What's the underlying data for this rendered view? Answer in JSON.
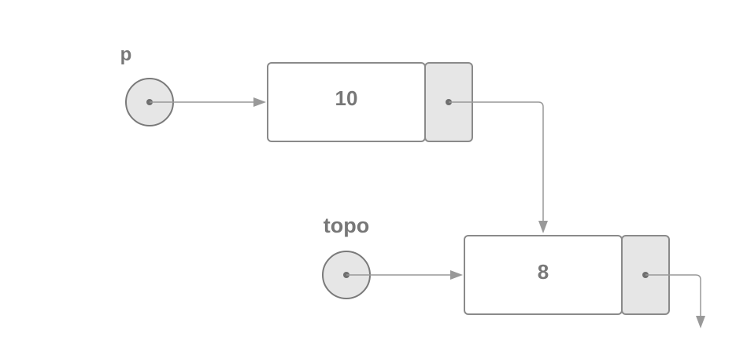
{
  "variables": {
    "p": {
      "name": "p"
    },
    "topo": {
      "name": "topo"
    }
  },
  "nodes": [
    {
      "value": "10"
    },
    {
      "value": "8"
    }
  ],
  "colors": {
    "stroke": "#8a8a8a",
    "fill_pointer": "#e6e6e6",
    "arrow": "#999999",
    "text": "#777777"
  }
}
